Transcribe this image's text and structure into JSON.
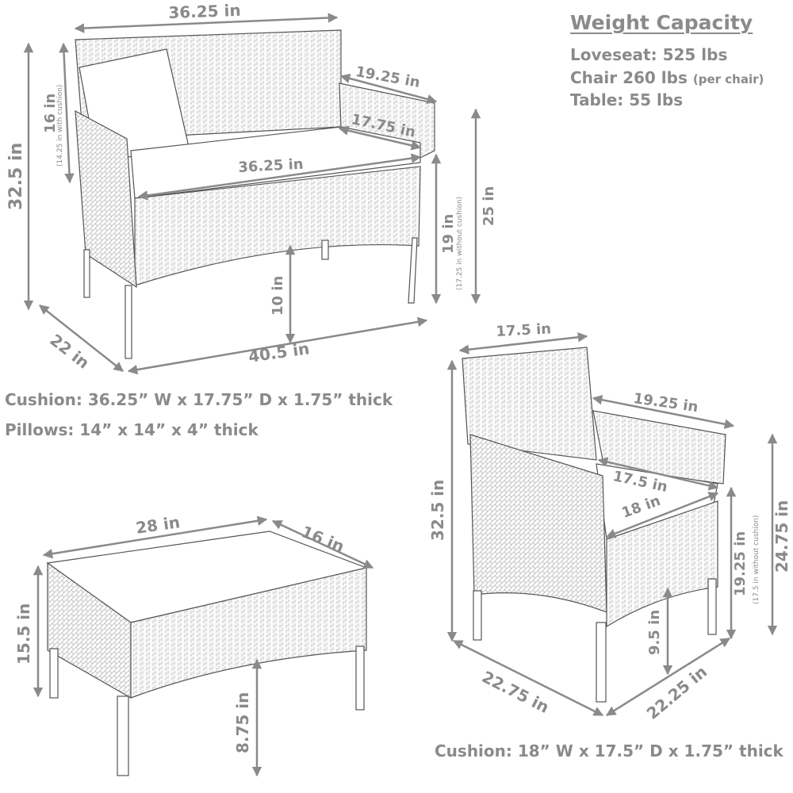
{
  "weight_capacity": {
    "title": "Weight Capacity",
    "loveseat": "Loveseat: 525 lbs",
    "chair": "Chair 260 lbs",
    "chair_note": "(per chair)",
    "table": "Table: 55 lbs"
  },
  "loveseat": {
    "back_width": "36.25 in",
    "overall_height": "32.5 in",
    "back_height": "16 in",
    "back_height_note": "(14.25 in with cushion)",
    "arm_depth": "19.25 in",
    "seat_depth": "17.75 in",
    "seat_width": "36.25 in",
    "arm_height": "25 in",
    "seat_height": "19 in",
    "seat_height_note": "(17.25 in without cushion)",
    "clearance": "10 in",
    "depth": "22 in",
    "width": "40.5 in",
    "cushion_caption": "Cushion: 36.25” W x 17.75” D x 1.75” thick",
    "pillows_caption": "Pillows: 14” x 14” x 4” thick"
  },
  "chair": {
    "back_width": "17.5 in",
    "overall_height": "32.5 in",
    "arm_depth": "19.25 in",
    "seat_depth": "17.5 in",
    "seat_width": "18 in",
    "seat_height": "19.25 in",
    "seat_height_note": "(17.5 in without cushion)",
    "arm_height": "24.75 in",
    "clearance": "9.5 in",
    "width": "22.75 in",
    "depth": "22.25 in",
    "cushion_caption": "Cushion: 18” W x 17.5” D x 1.75” thick"
  },
  "table": {
    "length": "28 in",
    "width": "16 in",
    "height": "15.5 in",
    "clearance": "8.75 in"
  },
  "colors": {
    "dimension_gray": "#8a8a8a",
    "line_gray": "#555555",
    "fill_white": "#ffffff"
  }
}
